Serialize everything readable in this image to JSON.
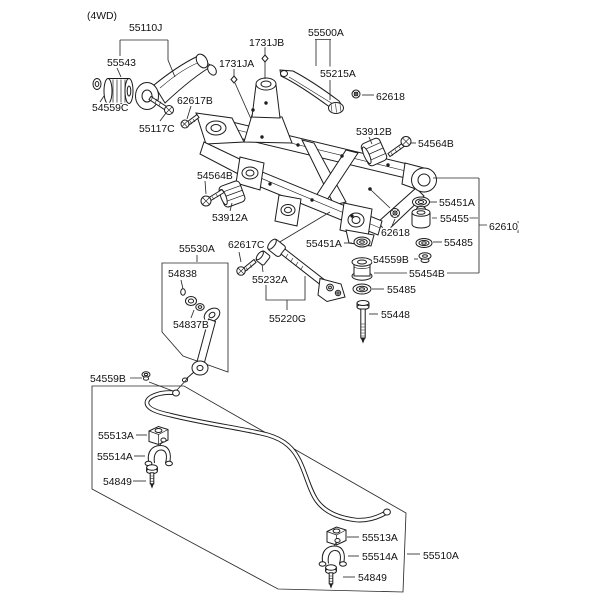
{
  "diagram": {
    "variant_note": "(4WD)",
    "colors": {
      "line": "#1d1d1d",
      "background": "#ffffff",
      "text": "#111111"
    }
  },
  "labels": [
    {
      "id": "variant-4wd",
      "text": "(4WD)"
    },
    {
      "id": "55110J",
      "text": "55110J"
    },
    {
      "id": "55543",
      "text": "55543"
    },
    {
      "id": "54559C",
      "text": "54559C"
    },
    {
      "id": "55117C",
      "text": "55117C"
    },
    {
      "id": "62617B",
      "text": "62617B"
    },
    {
      "id": "1731JA",
      "text": "1731JA"
    },
    {
      "id": "1731JB",
      "text": "1731JB"
    },
    {
      "id": "55500A",
      "text": "55500A"
    },
    {
      "id": "55215A",
      "text": "55215A"
    },
    {
      "id": "62618-top-right",
      "text": "62618"
    },
    {
      "id": "53912B",
      "text": "53912B"
    },
    {
      "id": "54564B-right",
      "text": "54564B"
    },
    {
      "id": "54564B-left",
      "text": "54564B"
    },
    {
      "id": "53912A",
      "text": "53912A"
    },
    {
      "id": "55530A",
      "text": "55530A"
    },
    {
      "id": "62617C",
      "text": "62617C"
    },
    {
      "id": "55451A-center",
      "text": "55451A"
    },
    {
      "id": "62618-center",
      "text": "62618"
    },
    {
      "id": "55451A-column",
      "text": "55451A"
    },
    {
      "id": "55455",
      "text": "55455"
    },
    {
      "id": "62610",
      "text": "62610"
    },
    {
      "id": "55485-column",
      "text": "55485"
    },
    {
      "id": "54559B-column",
      "text": "54559B"
    },
    {
      "id": "55454B",
      "text": "55454B"
    },
    {
      "id": "55485-center",
      "text": "55485"
    },
    {
      "id": "55448",
      "text": "55448"
    },
    {
      "id": "55232A",
      "text": "55232A"
    },
    {
      "id": "55220G",
      "text": "55220G"
    },
    {
      "id": "54838",
      "text": "54838"
    },
    {
      "id": "54837B",
      "text": "54837B"
    },
    {
      "id": "54559B-left",
      "text": "54559B"
    },
    {
      "id": "55513A-left",
      "text": "55513A"
    },
    {
      "id": "55514A-left",
      "text": "55514A"
    },
    {
      "id": "54849-left",
      "text": "54849"
    },
    {
      "id": "55513A-bottom",
      "text": "55513A"
    },
    {
      "id": "55514A-bottom",
      "text": "55514A"
    },
    {
      "id": "54849-bottom",
      "text": "54849"
    },
    {
      "id": "55510A",
      "text": "55510A"
    }
  ]
}
